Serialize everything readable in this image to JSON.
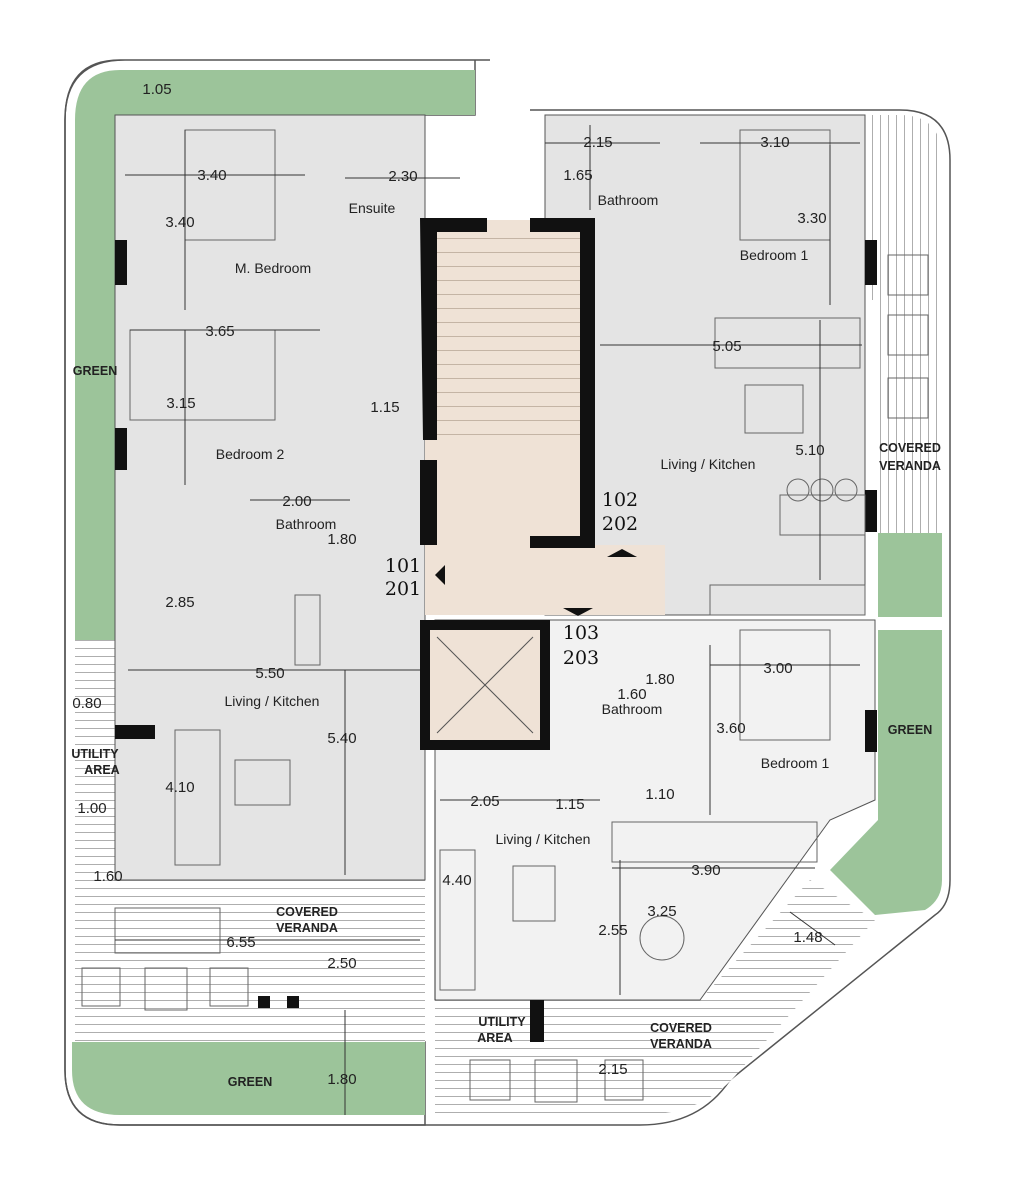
{
  "colors": {
    "green": "#9cc49a",
    "interior": "#e4e4e4",
    "lightInterior": "#efefef",
    "core": "#efe2d6",
    "wall": "#111111",
    "line": "#333333"
  },
  "rooms": [
    {
      "text": "Ensuite"
    },
    {
      "text": "M. Bedroom"
    },
    {
      "text": "Bedroom 2"
    },
    {
      "text": "Bathroom"
    },
    {
      "text": "Living / Kitchen"
    },
    {
      "line1": "UTILITY",
      "line2": "AREA"
    },
    {
      "line1": "COVERED",
      "line2": "VERANDA"
    },
    {
      "text": "GREEN"
    },
    {
      "text": "GREEN"
    },
    {
      "text": "Bathroom"
    },
    {
      "text": "Bedroom 1"
    },
    {
      "text": "Living / Kitchen"
    },
    {
      "line1": "COVERED",
      "line2": "VERANDA"
    },
    {
      "text": "GREEN"
    },
    {
      "text": "Bathroom"
    },
    {
      "text": "Bedroom 1"
    },
    {
      "text": "Living / Kitchen"
    },
    {
      "line1": "UTILITY",
      "line2": "AREA"
    },
    {
      "line1": "COVERED",
      "line2": "VERANDA"
    }
  ],
  "units": [
    {
      "ground": "101",
      "upper": "201"
    },
    {
      "ground": "102",
      "upper": "202"
    },
    {
      "ground": "103",
      "upper": "203"
    }
  ],
  "dims": [
    "1.05",
    "3.40",
    "2.30",
    "3.40",
    "3.65",
    "3.15",
    "1.15",
    "2.00",
    "1.80",
    "2.85",
    "5.50",
    "5.40",
    "0.80",
    "4.10",
    "1.00",
    "1.60",
    "6.55",
    "2.50",
    "1.80",
    "2.15",
    "1.65",
    "3.10",
    "3.30",
    "5.05",
    "5.10",
    "1.80",
    "1.60",
    "3.00",
    "3.60",
    "2.05",
    "1.15",
    "1.10",
    "3.90",
    "4.40",
    "3.25",
    "2.55",
    "1.48",
    "2.15"
  ]
}
